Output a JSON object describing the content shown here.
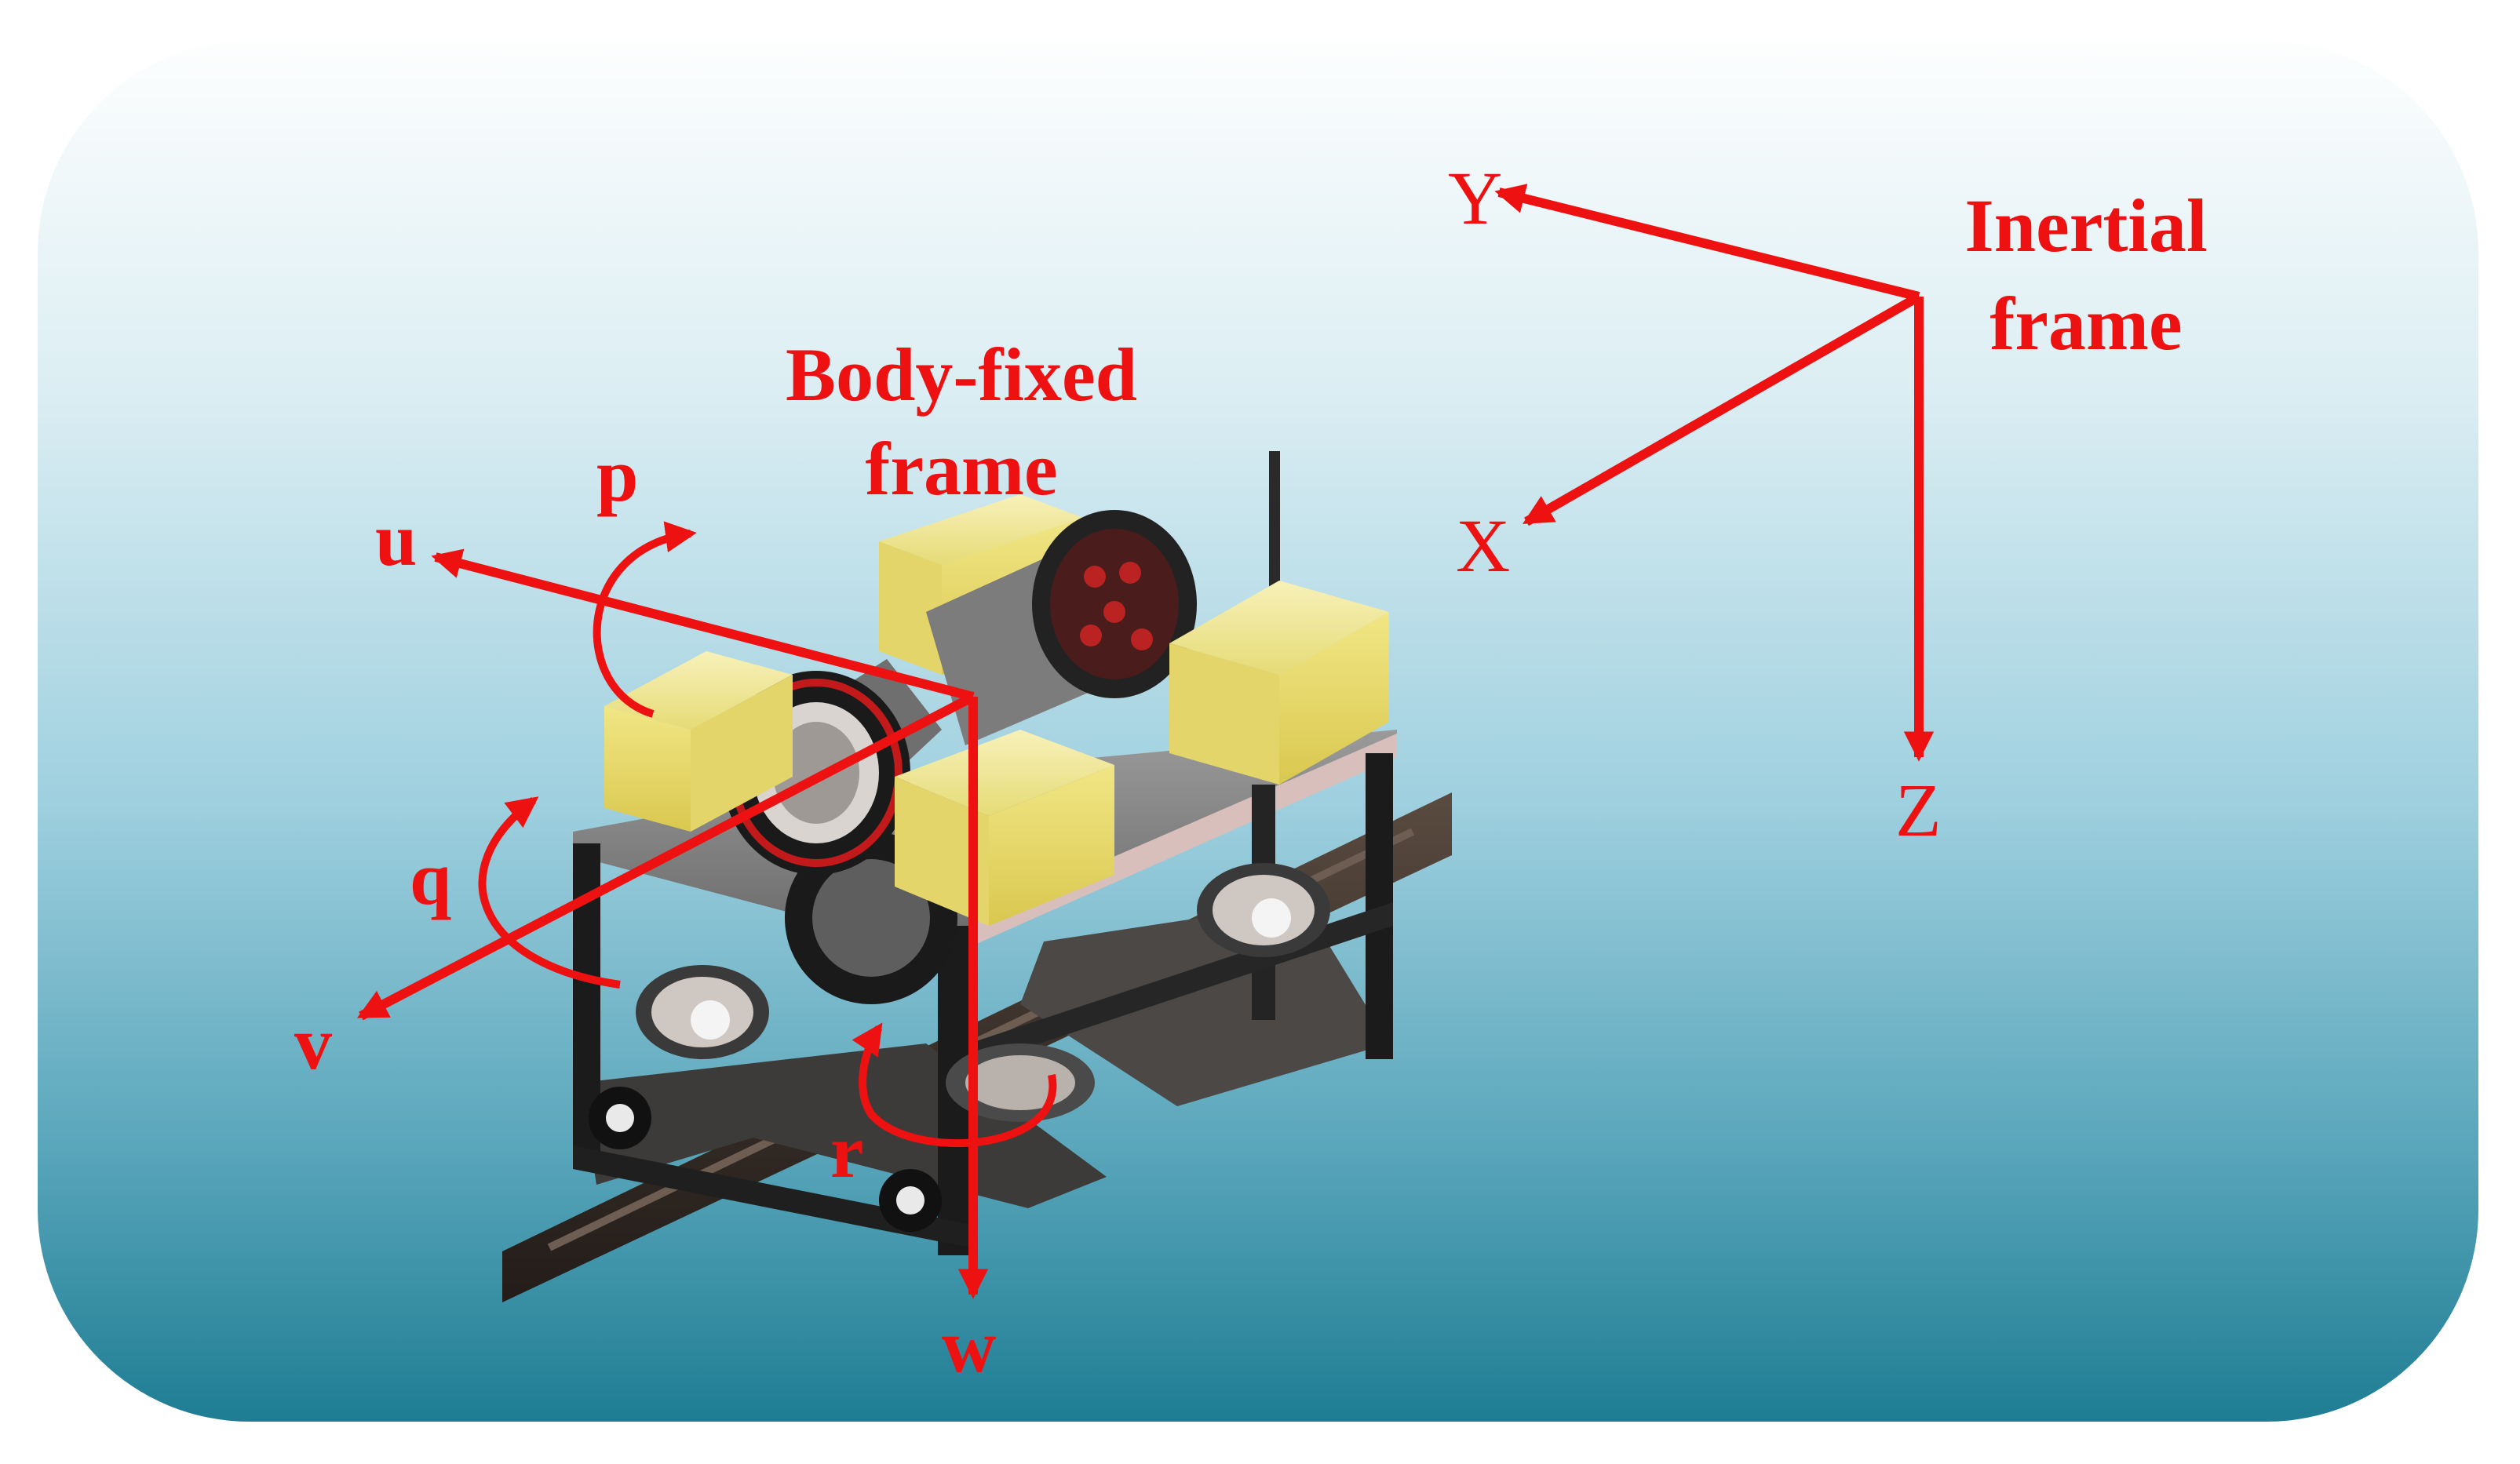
{
  "colors": {
    "accent": "#ee1111",
    "background_top": "#fdfefe",
    "background_bottom": "#1e7d93",
    "panel": "#f2e9a2",
    "frame": "#1b1b1b"
  },
  "inertial_frame": {
    "title_line1": "Inertial",
    "title_line2": "frame",
    "axes": {
      "x": "X",
      "y": "Y",
      "z": "Z"
    }
  },
  "body_frame": {
    "title_line1": "Body-fixed",
    "title_line2": "frame",
    "linear": {
      "surge": "u",
      "sway": "v",
      "heave": "w"
    },
    "angular": {
      "roll": "p",
      "pitch": "q",
      "yaw": "r"
    }
  },
  "vehicle": {
    "icon": "rov-icon"
  }
}
